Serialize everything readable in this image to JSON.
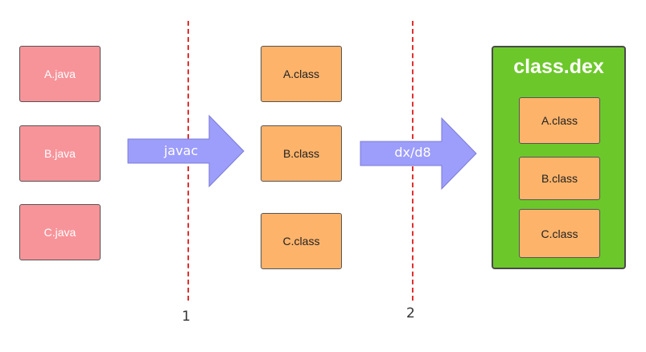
{
  "source_files": [
    "A.java",
    "B.java",
    "C.java"
  ],
  "compiled_classes": [
    "A.class",
    "B.class",
    "C.class"
  ],
  "dex": {
    "title": "class.dex",
    "classes": [
      "A.class",
      "B.class",
      "C.class"
    ]
  },
  "steps": [
    {
      "tool": "javac",
      "marker": "1"
    },
    {
      "tool": "dx/d8",
      "marker": "2"
    }
  ],
  "colors": {
    "java_box": "#f7949a",
    "class_box": "#fdb36a",
    "dex_container": "#6cc82a",
    "arrow": "#9d9dfb",
    "divider": "#e0302f"
  }
}
